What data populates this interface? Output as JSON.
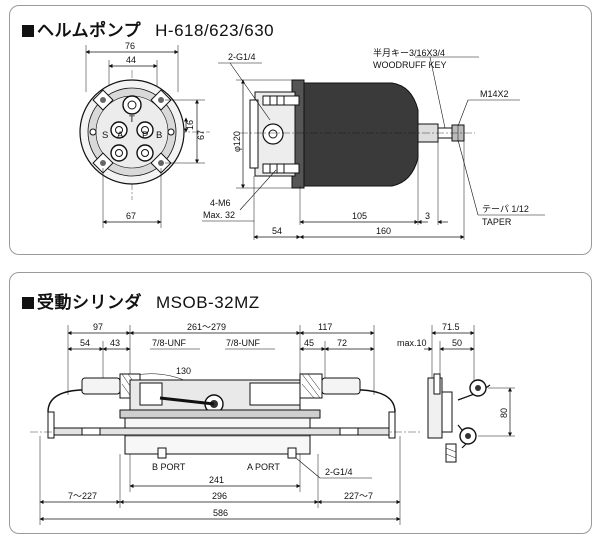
{
  "helm": {
    "title": "ヘルムポンプ",
    "model": "H-618/623/630",
    "front": {
      "w76": "76",
      "w44": "44",
      "w67": "67",
      "h67": "67",
      "h16": "16",
      "t": "T",
      "s": "S",
      "a": "A",
      "p": "P",
      "b": "B"
    },
    "side": {
      "port": "2-G1/4",
      "key_line1": "半月キー3/16X3/4",
      "key_line2": "WOODRUFF KEY",
      "thread": "M14X2",
      "dia": "φ120",
      "bolt_line1": "4-M6",
      "bolt_line2": "Max. 32",
      "d54": "54",
      "d105": "105",
      "d3": "3",
      "d160": "160",
      "taper_line1": "テーパ 1/12",
      "taper_line2": "TAPER"
    }
  },
  "cyl": {
    "title": "受動シリンダ",
    "model": "MSOB-32MZ",
    "dims": {
      "d97": "97",
      "d261": "261〜279",
      "d117": "117",
      "d54": "54",
      "d43": "43",
      "unf_left": "7/8-UNF",
      "unf_right": "7/8-UNF",
      "d45": "45",
      "d72": "72",
      "d130": "130",
      "b_port": "B PORT",
      "a_port": "A PORT",
      "d241": "241",
      "port": "2-G1/4",
      "d7_227": "7〜227",
      "d296": "296",
      "d227_7": "227〜7",
      "d586": "586"
    },
    "end": {
      "d715": "71.5",
      "max10": "max.10",
      "d50": "50",
      "d80": "80"
    }
  }
}
